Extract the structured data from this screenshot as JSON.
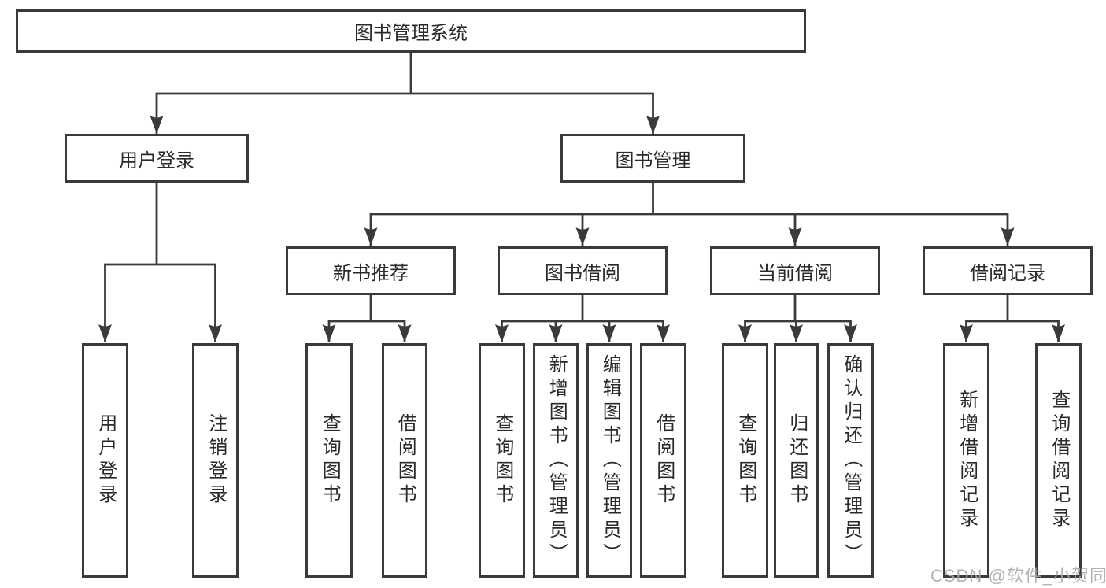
{
  "nodes": {
    "root": {
      "label": "图书管理系统"
    },
    "level2": [
      {
        "label": "用户登录",
        "parent": "图书管理系统"
      },
      {
        "label": "图书管理",
        "parent": "图书管理系统"
      }
    ],
    "level3": [
      {
        "label": "新书推荐",
        "parent": "图书管理"
      },
      {
        "label": "图书借阅",
        "parent": "图书管理"
      },
      {
        "label": "当前借阅",
        "parent": "图书管理"
      },
      {
        "label": "借阅记录",
        "parent": "图书管理"
      }
    ],
    "leaves": [
      {
        "label": "用户登录",
        "parent": "用户登录"
      },
      {
        "label": "注销登录",
        "parent": "用户登录"
      },
      {
        "label": "查询图书",
        "parent": "新书推荐"
      },
      {
        "label": "借阅图书",
        "parent": "新书推荐"
      },
      {
        "label": "查询图书",
        "parent": "图书借阅"
      },
      {
        "label": "新增图书（管理员）",
        "parent": "图书借阅"
      },
      {
        "label": "编辑图书（管理员）",
        "parent": "图书借阅"
      },
      {
        "label": "借阅图书",
        "parent": "图书借阅"
      },
      {
        "label": "查询图书",
        "parent": "当前借阅"
      },
      {
        "label": "归还图书",
        "parent": "当前借阅"
      },
      {
        "label": "确认归还（管理员）",
        "parent": "当前借阅"
      },
      {
        "label": "新增借阅记录",
        "parent": "借阅记录"
      },
      {
        "label": "查询借阅记录",
        "parent": "借阅记录"
      }
    ]
  },
  "watermark": {
    "text": "CSDN @软件_小贺同学"
  },
  "colors": {
    "line": "#3a3a3a",
    "text": "#2a2a2a",
    "background": "#ffffff",
    "watermark": "#a8a8a8"
  }
}
